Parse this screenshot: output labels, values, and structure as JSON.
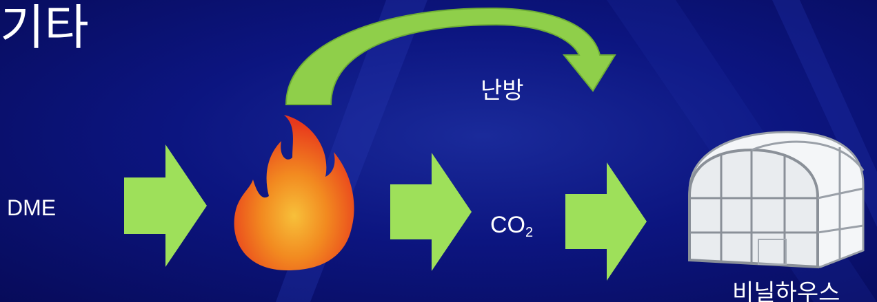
{
  "title": "기타",
  "labels": {
    "input": "DME",
    "heating": "난방",
    "gas_main": "CO",
    "gas_sub": "2",
    "destination": "비닐하우스"
  },
  "colors": {
    "background": "#0c1580",
    "arrow": "#9ee05a",
    "curved_arrow": "#8fcf4a",
    "text": "#ffffff"
  },
  "icons": [
    "fire-icon",
    "greenhouse-icon",
    "right-arrow-icon",
    "curved-arrow-icon"
  ]
}
